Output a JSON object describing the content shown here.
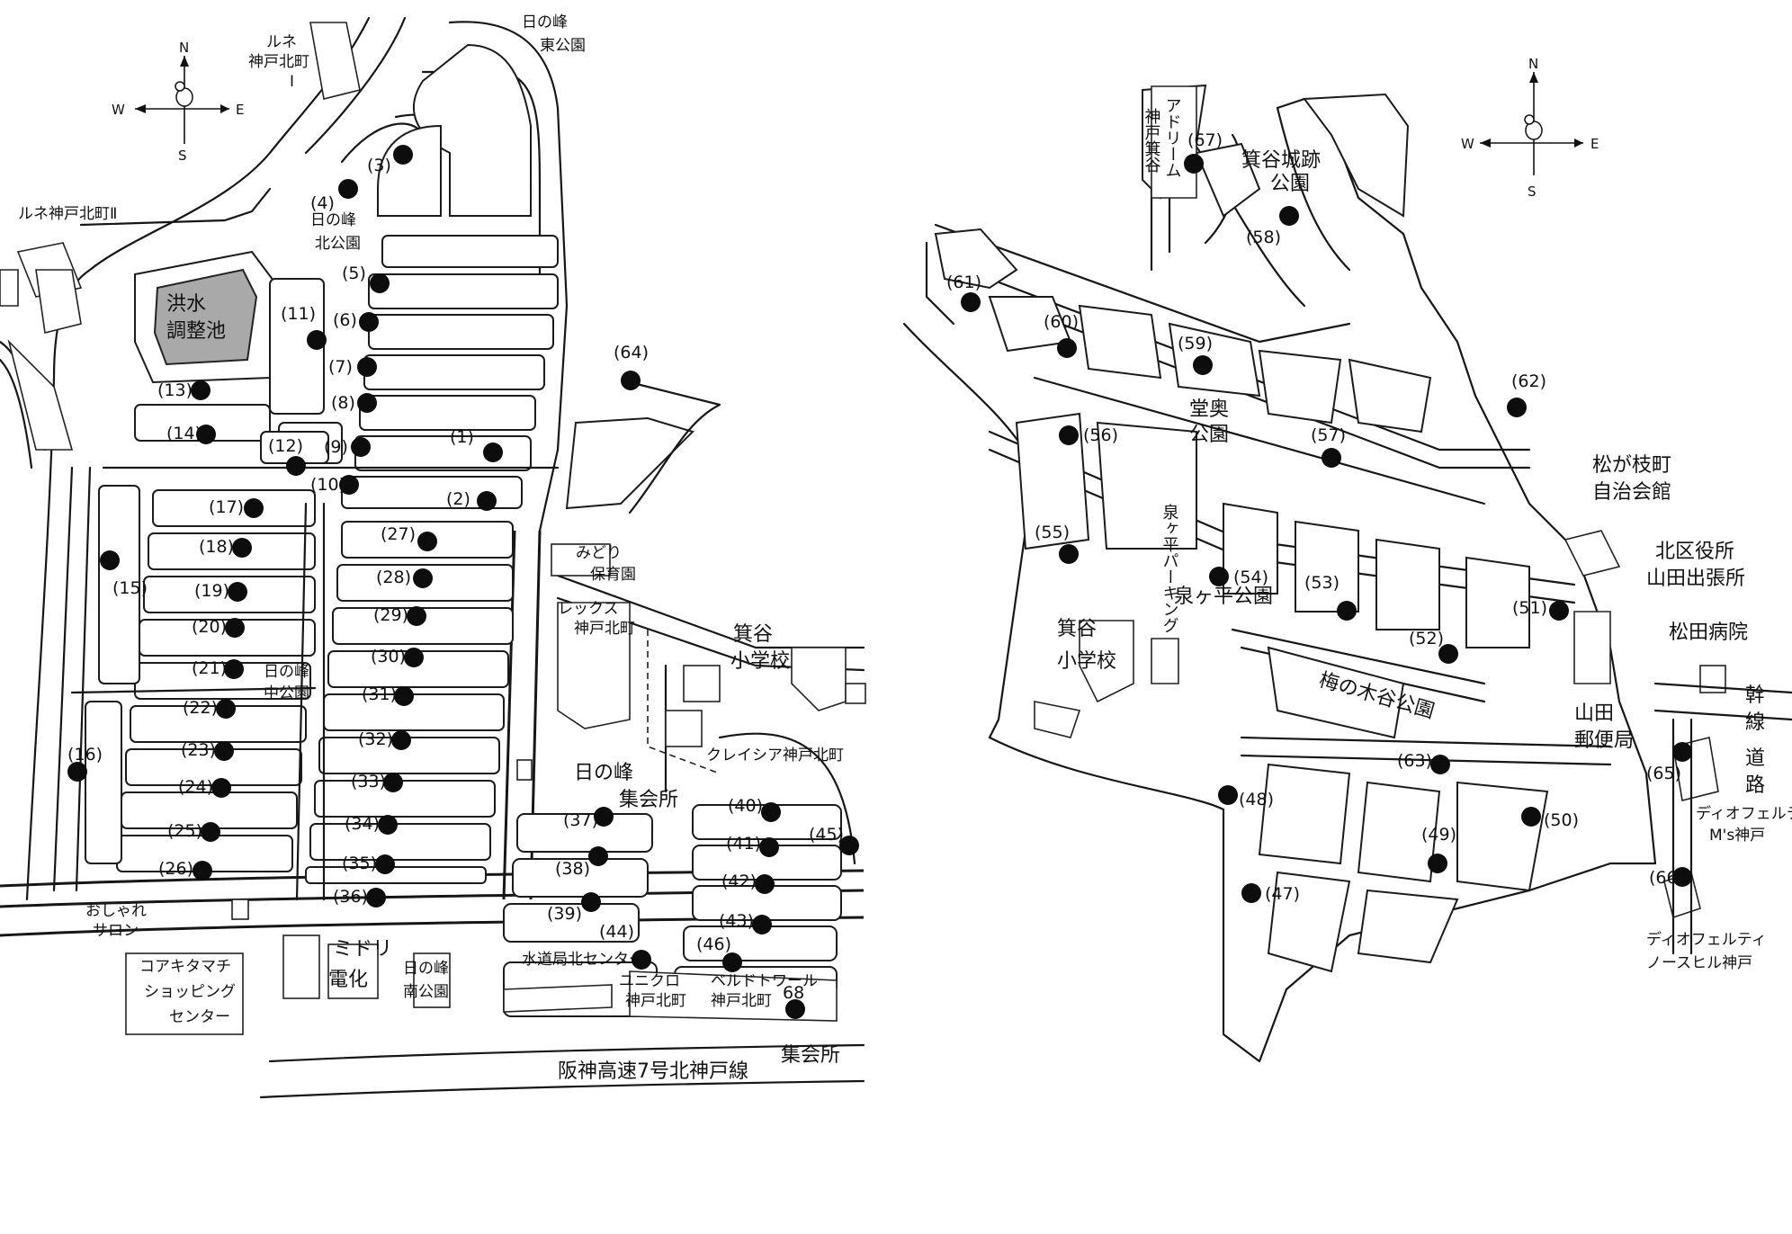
{
  "compass": {
    "n": "N",
    "s": "S",
    "e": "E",
    "w": "W"
  },
  "markers": [
    {
      "id": "(1)"
    },
    {
      "id": "(2)"
    },
    {
      "id": "(3)"
    },
    {
      "id": "(4)"
    },
    {
      "id": "(5)"
    },
    {
      "id": "(6)"
    },
    {
      "id": "(7)"
    },
    {
      "id": "(8)"
    },
    {
      "id": "(9)"
    },
    {
      "id": "(10)"
    },
    {
      "id": "(11)"
    },
    {
      "id": "(12)"
    },
    {
      "id": "(13)"
    },
    {
      "id": "(14)"
    },
    {
      "id": "(15)"
    },
    {
      "id": "(16)"
    },
    {
      "id": "(17)"
    },
    {
      "id": "(18)"
    },
    {
      "id": "(19)"
    },
    {
      "id": "(20)"
    },
    {
      "id": "(21)"
    },
    {
      "id": "(22)"
    },
    {
      "id": "(23)"
    },
    {
      "id": "(24)"
    },
    {
      "id": "(25)"
    },
    {
      "id": "(26)"
    },
    {
      "id": "(27)"
    },
    {
      "id": "(28)"
    },
    {
      "id": "(29)"
    },
    {
      "id": "(30)"
    },
    {
      "id": "(31)"
    },
    {
      "id": "(32)"
    },
    {
      "id": "(33)"
    },
    {
      "id": "(34)"
    },
    {
      "id": "(35)"
    },
    {
      "id": "(36)"
    },
    {
      "id": "(37)"
    },
    {
      "id": "(38)"
    },
    {
      "id": "(39)"
    },
    {
      "id": "(40)"
    },
    {
      "id": "(41)"
    },
    {
      "id": "(42)"
    },
    {
      "id": "(43)"
    },
    {
      "id": "(44)"
    },
    {
      "id": "(45)"
    },
    {
      "id": "(46)"
    },
    {
      "id": "(47)"
    },
    {
      "id": "(48)"
    },
    {
      "id": "(49)"
    },
    {
      "id": "(50)"
    },
    {
      "id": "(51)"
    },
    {
      "id": "(52)"
    },
    {
      "id": "(53)"
    },
    {
      "id": "(54)"
    },
    {
      "id": "(55)"
    },
    {
      "id": "(56)"
    },
    {
      "id": "(57)"
    },
    {
      "id": "(58)"
    },
    {
      "id": "(59)"
    },
    {
      "id": "(60)"
    },
    {
      "id": "(61)"
    },
    {
      "id": "(62)"
    },
    {
      "id": "(63)"
    },
    {
      "id": "(64)"
    },
    {
      "id": "(65)"
    },
    {
      "id": "(66)"
    },
    {
      "id": "(67)"
    },
    {
      "id": "68"
    }
  ],
  "places_left": {
    "rune_kitamachi_1": [
      "ルネ",
      "神戸北町",
      "I"
    ],
    "rune_kitamachi_2": "ルネ神戸北町Ⅱ",
    "hinomine_east_park": [
      "日の峰",
      "東公園"
    ],
    "hinomine_north_park": [
      "日の峰",
      "北公園"
    ],
    "flood_pond": [
      "洪水",
      "調整池"
    ],
    "midori_nursery": [
      "みどり",
      "保育園"
    ],
    "lex_kitamachi": [
      "レックス",
      "神戸北町"
    ],
    "minotani_elem": [
      "箕谷",
      "小学校"
    ],
    "hinomine_central_park": [
      "日の峰",
      "中公園"
    ],
    "hinomine_hall": [
      "日の峰",
      "集会所"
    ],
    "crecia": "クレイシア神戸北町",
    "oshare_salon": [
      "おしゃれ",
      "サロン"
    ],
    "core_kitamachi": [
      "コアキタマチ",
      "ショッピング",
      "センター"
    ],
    "midori_denka": [
      "ミドリ",
      "電化"
    ],
    "hinomine_south_park": [
      "日の峰",
      "南公園"
    ],
    "water_bureau": "水道局北センター",
    "uniqlo": [
      "ユニクロ",
      "神戸北町"
    ],
    "bell_toile": [
      "ベルドトワール",
      "神戸北町"
    ],
    "hall_68": "集会所",
    "expressway": "阪神高速7号北神戸線"
  },
  "places_right": {
    "adream": [
      "アドリーム",
      "神戸箕谷"
    ],
    "minotani_castle_park": [
      "箕谷城跡",
      "公園"
    ],
    "dooku_park": [
      "堂奥",
      "公園"
    ],
    "matsugae_hall": [
      "松が枝町",
      "自治会館"
    ],
    "kita_ward_office": [
      "北区役所",
      "山田出張所"
    ],
    "izumi_parking": "泉ヶ平パーキング",
    "izumi_park": "泉ヶ平公園",
    "minotani_elem": [
      "箕谷",
      "小学校"
    ],
    "umenokitani_park": "梅の木谷公園",
    "yamada_post": [
      "山田",
      "郵便局"
    ],
    "matsuda_hospital": "松田病院",
    "trunk_road": [
      "幹",
      "線",
      "道",
      "路"
    ],
    "diofelty_m": [
      "ディオフェルティ",
      "M's神戸"
    ],
    "diofelty_north": [
      "ディオフェルティ",
      "ノースヒル神戸"
    ]
  }
}
